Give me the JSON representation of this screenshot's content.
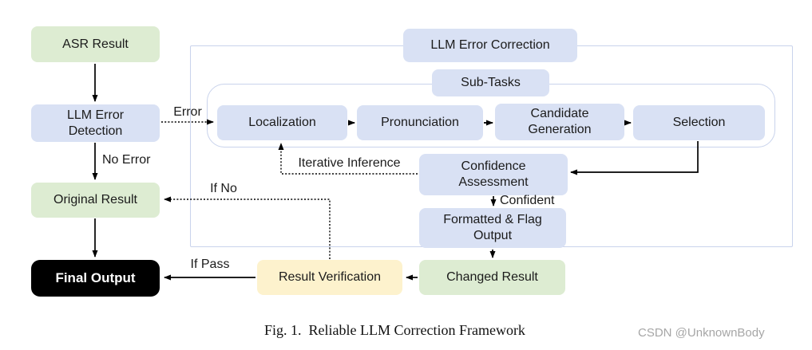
{
  "diagram": {
    "nodes": {
      "asr_result": "ASR Result",
      "llm_error_detection": "LLM Error Detection",
      "original_result": "Original Result",
      "final_output": "Final Output",
      "llm_error_correction": "LLM Error Correction",
      "sub_tasks": "Sub-Tasks",
      "localization": "Localization",
      "pronunciation": "Pronunciation",
      "candidate_generation": "Candidate Generation",
      "selection": "Selection",
      "confidence_assessment": "Confidence Assessment",
      "formatted_flag_output": "Formatted & Flag Output",
      "changed_result": "Changed Result",
      "result_verification": "Result Verification"
    },
    "edge_labels": {
      "error": "Error",
      "no_error": "No Error",
      "if_no": "If No",
      "confident": "Confident",
      "iterative_inference": "Iterative Inference",
      "if_pass": "If Pass"
    },
    "edges": [
      {
        "from": "asr_result",
        "to": "llm_error_detection",
        "style": "solid"
      },
      {
        "from": "llm_error_detection",
        "to": "localization",
        "label": "Error",
        "style": "dotted"
      },
      {
        "from": "llm_error_detection",
        "to": "original_result",
        "label": "No Error",
        "style": "solid"
      },
      {
        "from": "original_result",
        "to": "final_output",
        "style": "solid"
      },
      {
        "from": "localization",
        "to": "pronunciation",
        "style": "solid"
      },
      {
        "from": "pronunciation",
        "to": "candidate_generation",
        "style": "solid"
      },
      {
        "from": "candidate_generation",
        "to": "selection",
        "style": "solid"
      },
      {
        "from": "selection",
        "to": "confidence_assessment",
        "style": "solid"
      },
      {
        "from": "confidence_assessment",
        "to": "localization",
        "label": "Iterative Inference",
        "style": "dotted"
      },
      {
        "from": "confidence_assessment",
        "to": "formatted_flag_output",
        "label": "Confident",
        "style": "solid"
      },
      {
        "from": "formatted_flag_output",
        "to": "changed_result",
        "style": "solid"
      },
      {
        "from": "changed_result",
        "to": "result_verification",
        "style": "solid"
      },
      {
        "from": "result_verification",
        "to": "original_result",
        "label": "If No",
        "style": "dotted"
      },
      {
        "from": "result_verification",
        "to": "final_output",
        "label": "If Pass",
        "style": "solid"
      }
    ],
    "colors": {
      "node_green": "#ddecd2",
      "node_lavender": "#d9e1f4",
      "node_yellow": "#fdf2cd",
      "node_black": "#000000",
      "container_border": "#c9d3ec",
      "arrow": "#000000"
    }
  },
  "caption": "Fig. 1.  Reliable LLM Correction Framework",
  "watermark": "CSDN @UnknownBody"
}
